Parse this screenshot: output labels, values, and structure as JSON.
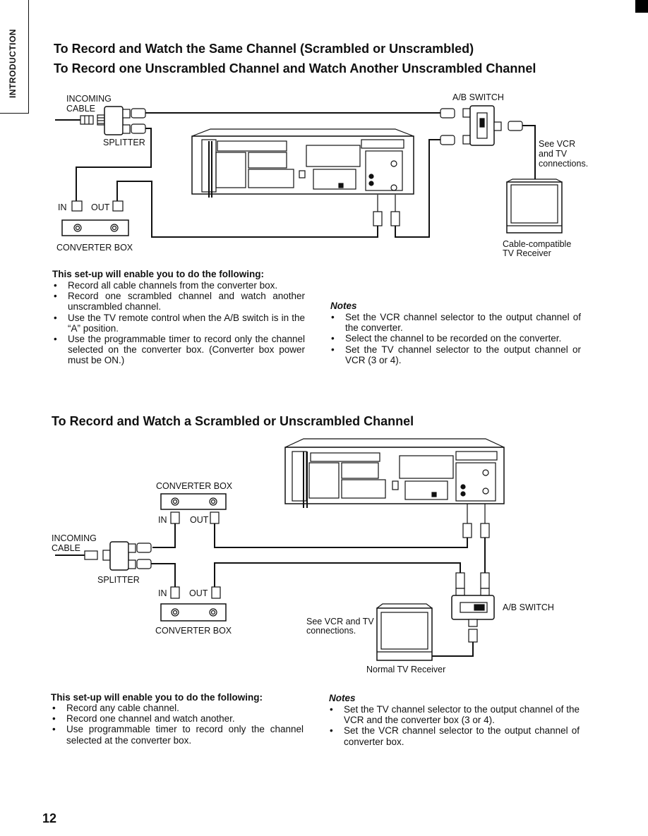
{
  "side_tab": "INTRODUCTION",
  "page_number": "12",
  "section1": {
    "title1": "To Record and Watch the Same Channel (Scrambled or Unscrambled)",
    "title2": "To Record one Unscrambled Channel and Watch Another Unscrambled Channel",
    "labels": {
      "incoming_cable_1": "INCOMING",
      "incoming_cable_2": "CABLE",
      "splitter": "SPLITTER",
      "ab_switch": "A/B SWITCH",
      "see_vcr": [
        "See VCR",
        "and TV",
        "connections."
      ],
      "in": "IN",
      "out": "OUT",
      "converter_box": "CONVERTER BOX",
      "tv_1": "Cable-compatible",
      "tv_2": "TV Receiver"
    },
    "setup_heading": "This set-up will enable you to do the following:",
    "setup_items": [
      "Record all cable channels from the converter box.",
      "Record one scrambled channel and watch another unscrambled channel.",
      "Use the TV remote control when the A/B switch is in the “A” position.",
      "Use the programmable timer to record only the channel selected on the converter box. (Converter box power must be ON.)"
    ],
    "notes_heading": "Notes",
    "notes_items": [
      "Set the VCR channel selector to the output channel of the converter.",
      "Select the channel to be recorded on the converter.",
      "Set the TV channel selector to the output channel or VCR (3 or 4)."
    ]
  },
  "section2": {
    "title": "To Record and Watch a Scrambled or Unscrambled Channel",
    "labels": {
      "converter_box_top": "CONVERTER BOX",
      "in_top": "IN",
      "out_top": "OUT",
      "incoming_cable_1": "INCOMING",
      "incoming_cable_2": "CABLE",
      "splitter": "SPLITTER",
      "in_bottom": "IN",
      "out_bottom": "OUT",
      "converter_box_bottom": "CONVERTER BOX",
      "see_vcr_1": "See VCR and TV",
      "see_vcr_2": "connections.",
      "ab_switch": "A/B SWITCH",
      "tv": "Normal TV Receiver"
    },
    "setup_heading": "This set-up will enable you to do the following:",
    "setup_items": [
      "Record any cable channel.",
      "Record one channel and watch another.",
      "Use programmable timer to record only the channel selected at the converter box."
    ],
    "notes_heading": "Notes",
    "notes_items": [
      "Set the TV channel selector to the output channel of the VCR and the converter box (3 or 4).",
      "Set the VCR channel selector to the output channel of converter box."
    ]
  },
  "colors": {
    "ink": "#111111",
    "background": "#ffffff"
  },
  "icons": [
    "splitter-icon",
    "vcr-icon",
    "ab-switch-icon",
    "tv-icon",
    "converter-box-icon",
    "coax-plug-icon"
  ]
}
